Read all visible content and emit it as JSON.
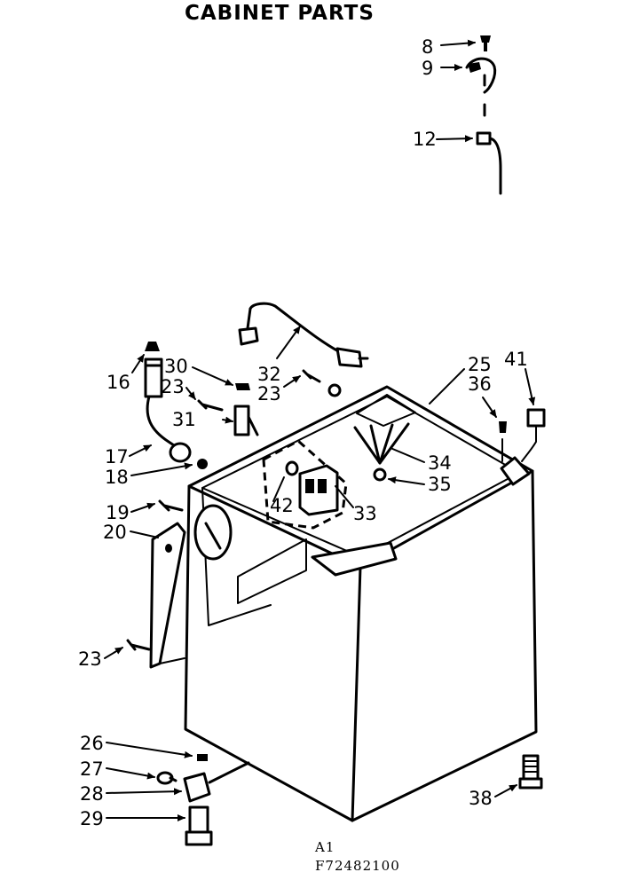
{
  "title": "CABINET PARTS",
  "callouts": [
    "8",
    "9",
    "12",
    "16",
    "30",
    "23",
    "32",
    "23",
    "25",
    "41",
    "36",
    "31",
    "17",
    "18",
    "34",
    "35",
    "19",
    "42",
    "33",
    "20",
    "23",
    "26",
    "27",
    "28",
    "29",
    "38"
  ],
  "footer": {
    "line1": "A1",
    "line2": "F72482100"
  }
}
